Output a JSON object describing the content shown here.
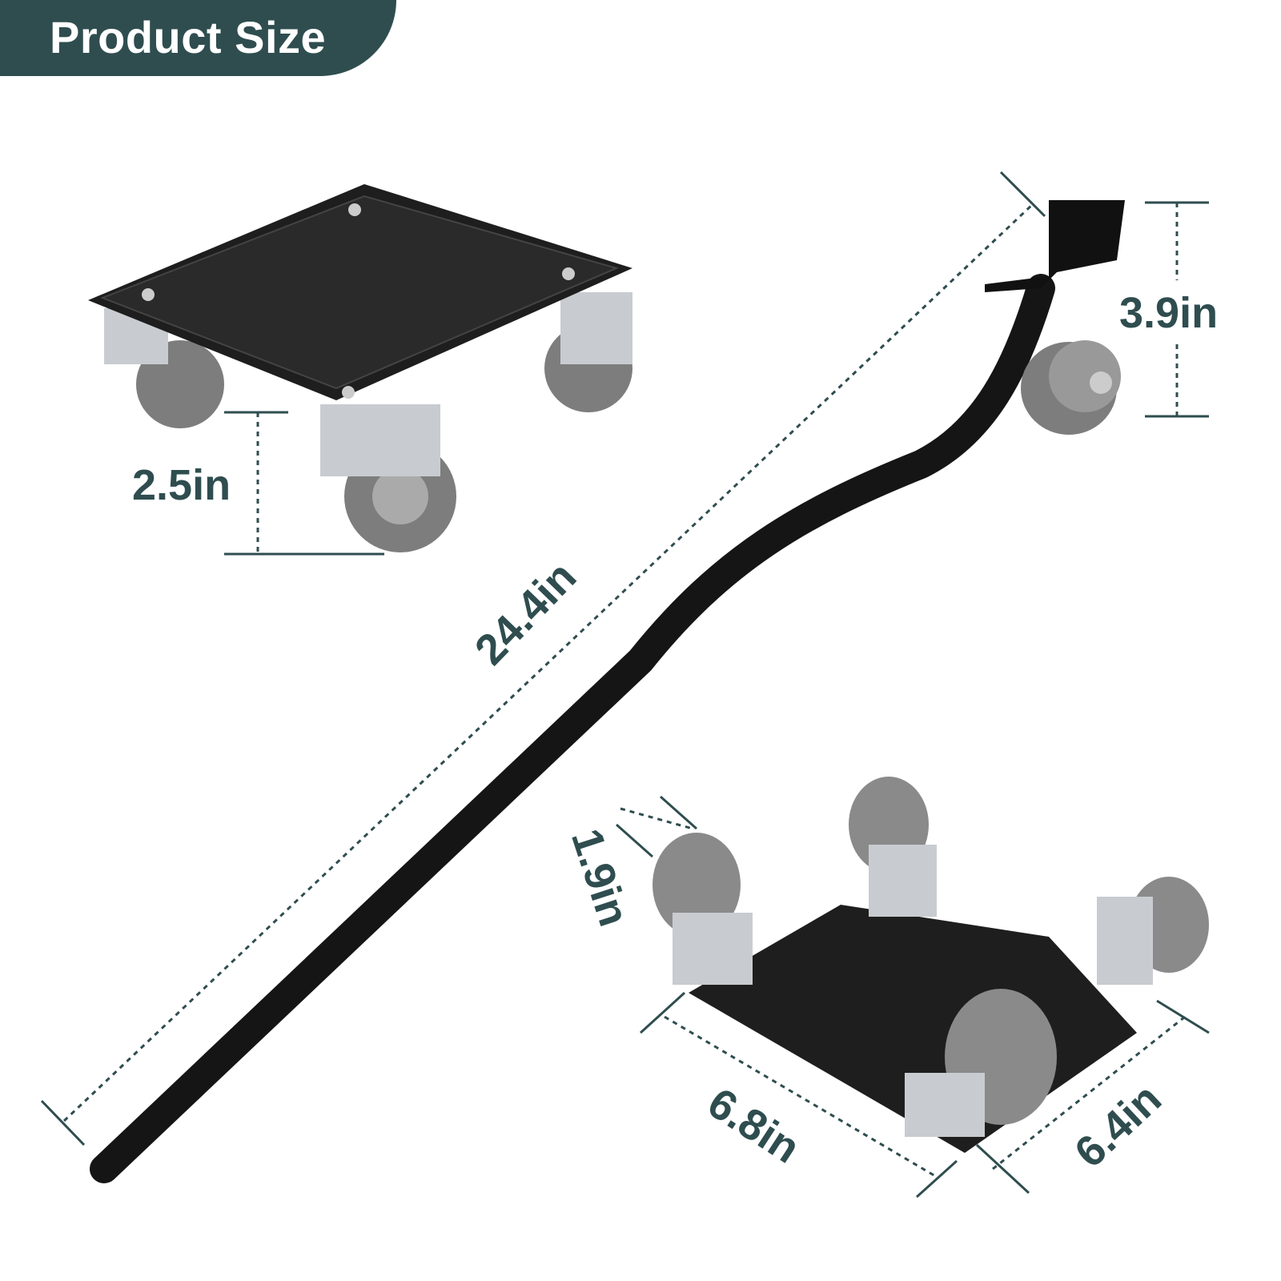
{
  "header": {
    "title": "Product Size"
  },
  "dimensions": {
    "dolly_height": "2.5in",
    "lift_head_height": "3.9in",
    "handle_length": "24.4in",
    "caster_width": "1.9in",
    "plate_length": "6.8in",
    "plate_width": "6.4in"
  },
  "colors": {
    "accent": "#2f4d4f",
    "product": "#1a1a1a",
    "wheel": "#8a8a8a"
  }
}
